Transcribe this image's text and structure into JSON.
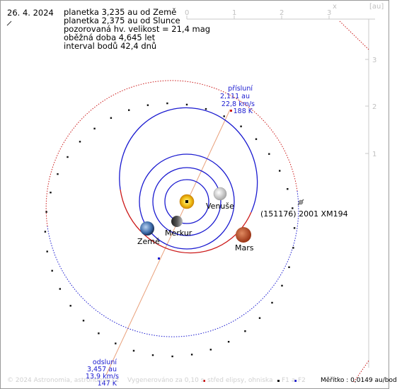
{
  "header": {
    "date": "26. 4. 2024",
    "lines": [
      "planetka 3,235 au od Země",
      "planetka 2,375 au od Slunce",
      "pozorovaná hv. velikost = 21,4 mag",
      "oběžná doba 4,645 let",
      "interval bodů 42,4 dnů"
    ]
  },
  "axes": {
    "top_ticks": [
      "0",
      "1",
      "2",
      "3"
    ],
    "right_ticks": [
      "3",
      "2",
      "1"
    ],
    "x_label": "x",
    "unit_label": "[au]"
  },
  "bodies": {
    "sun": "",
    "mercury": "Merkur",
    "venus": "Venuše",
    "earth": "Země",
    "mars": "Mars",
    "asteroid": "(151176) 2001 XM194"
  },
  "perihelion": {
    "title": "přísluní",
    "distance": "2,111 au",
    "speed": "22,8 km/s",
    "temp": "188 K"
  },
  "aphelion": {
    "title": "odsluní",
    "distance": "3,457 au",
    "speed": "13,9 km/s",
    "temp": "147 K"
  },
  "footer": {
    "copyright": "© 2024 Astronomia, astronomie.cz",
    "generated": "Vygenerováno za 0,10 s",
    "legend_center": "střed elipsy, ohniska",
    "legend_f1": "F1 a",
    "legend_f2": "F2",
    "scale": "Měřítko : 0,0149 au/bod"
  },
  "colors": {
    "orbit_inner": "#1a1ad0",
    "orbit_mars": "#cc1a1a",
    "asteroid_orbit_a": "#cc1a1a",
    "asteroid_orbit_b": "#1a1ad0",
    "apsides_line": "#e9a07a",
    "label_blue": "#1a1ad0"
  }
}
